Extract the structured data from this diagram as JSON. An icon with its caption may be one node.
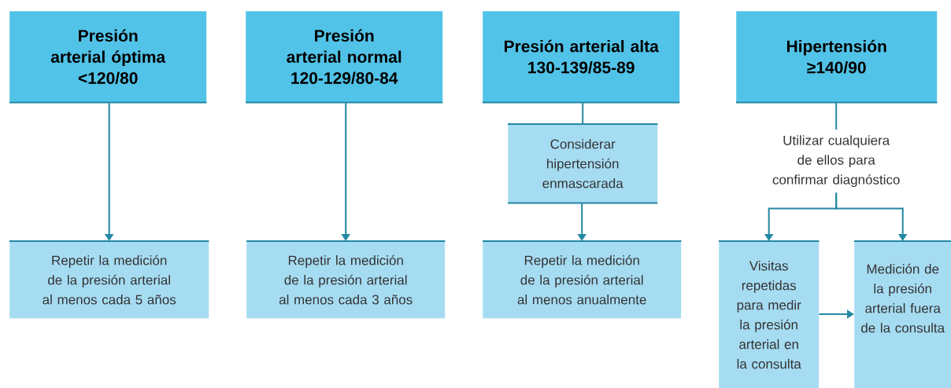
{
  "diagram": {
    "nodes": [
      {
        "text": [
          "Presión arterial óptima",
          "<120/80"
        ]
      },
      {
        "text": [
          "Repetir la medición de la presión arterial al menos cada 5 años"
        ]
      },
      {
        "text": [
          "Presión arterial normal",
          "120-129/80-84"
        ]
      },
      {
        "text": [
          "Repetir la medición de la presión arterial al menos cada 3 años"
        ]
      },
      {
        "text": [
          "Presión arterial alta",
          "130-139/85-89"
        ]
      },
      {
        "text": [
          "Considerar hipertensión enmascarada"
        ]
      },
      {
        "text": [
          "Repetir la medición de la presión arterial al menos anualmente"
        ]
      },
      {
        "text": [
          "Hipertensión",
          "≥140/90"
        ]
      },
      {
        "text": [
          "Utilizar cualquiera de ellos para confirmar diagnóstico"
        ]
      },
      {
        "text": [
          "Visitas repetidas para medir la presión arterial en la consulta"
        ]
      },
      {
        "text": [
          "Medición de la presión arterial fuera de la consulta"
        ]
      }
    ],
    "edges": [
      {
        "from": 0,
        "to": 1,
        "arrow": "to"
      },
      {
        "from": 2,
        "to": 3,
        "arrow": "to"
      },
      {
        "from": 4,
        "to": 5,
        "arrow": "none"
      },
      {
        "from": 5,
        "to": 6,
        "arrow": "to"
      },
      {
        "from": 7,
        "to": 8,
        "arrow": "none"
      },
      {
        "from": 8,
        "to": 9,
        "arrow": "to"
      },
      {
        "from": 8,
        "to": 10,
        "arrow": "to"
      },
      {
        "from": 9,
        "to": 10,
        "arrow": "to"
      }
    ]
  }
}
